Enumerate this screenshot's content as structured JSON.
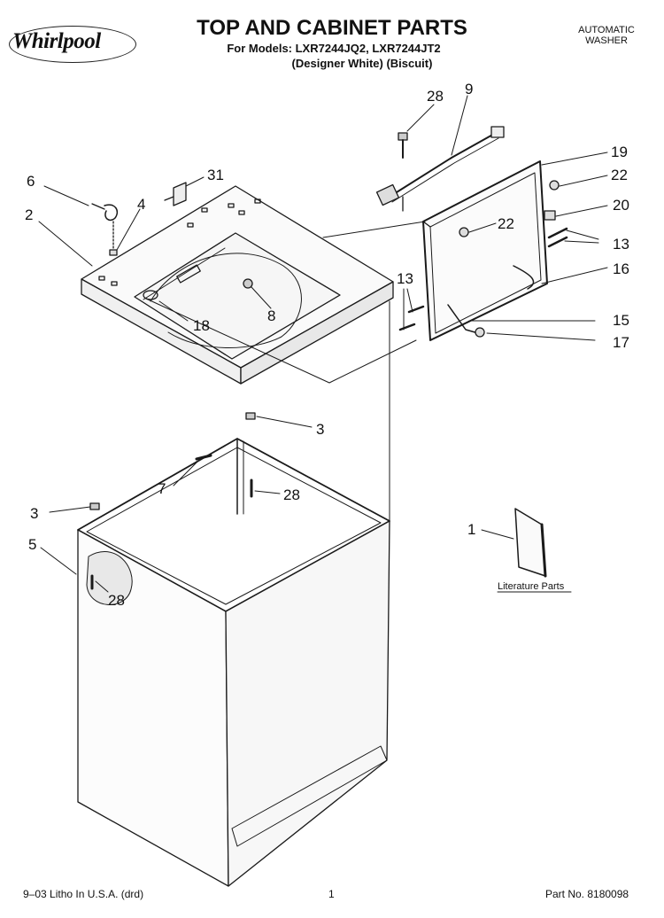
{
  "header": {
    "brand": "Whirlpool",
    "title": "TOP AND CABINET PARTS",
    "models_line": "For Models: LXR7244JQ2, LXR7244JT2",
    "colors_line": "(Designer White) (Biscuit)",
    "product_type_1": "AUTOMATIC",
    "product_type_2": "WASHER"
  },
  "callouts": {
    "c28_top": "28",
    "c9": "9",
    "c19": "19",
    "c22_right": "22",
    "c20": "20",
    "c13_right": "13",
    "c16": "16",
    "c15": "15",
    "c17": "17",
    "c22_mid": "22",
    "c13_left": "13",
    "c6": "6",
    "c31": "31",
    "c4": "4",
    "c2": "2",
    "c18": "18",
    "c8": "8",
    "c3_top": "3",
    "c7": "7",
    "c28_mid": "28",
    "c3_left": "3",
    "c5": "5",
    "c28_low": "28",
    "c1": "1"
  },
  "literature_label": "Literature Parts",
  "footer": {
    "left": "9–03 Litho In U.S.A. (drd)",
    "center": "1",
    "right": "Part No. 8180098"
  }
}
